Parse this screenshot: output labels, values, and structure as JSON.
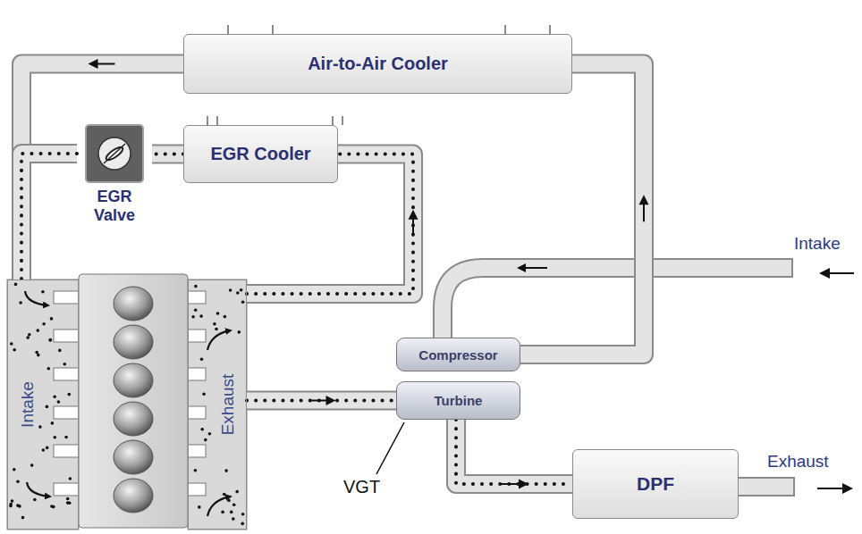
{
  "diagram": {
    "nodes": [
      {
        "text": [
          "Air-to-Air Cooler"
        ]
      },
      {
        "text": [
          "EGR Cooler"
        ]
      },
      {
        "text": [
          "EGR Valve"
        ]
      },
      {
        "text": [
          "Intake"
        ]
      },
      {
        "text": [
          "Exhaust"
        ]
      },
      {
        "text": [
          "Compressor"
        ]
      },
      {
        "text": [
          "Turbine"
        ]
      },
      {
        "text": [
          "DPF"
        ]
      }
    ],
    "edges": [
      {
        "from": 5,
        "to": 0,
        "arrow": "to"
      },
      {
        "from": 0,
        "to": 3,
        "arrow": "to"
      },
      {
        "from": 4,
        "to": 1,
        "arrow": "to"
      },
      {
        "from": 1,
        "to": 2,
        "arrow": "none"
      },
      {
        "from": 2,
        "to": 3,
        "arrow": "none"
      },
      {
        "from": 4,
        "to": 6,
        "arrow": "to"
      },
      {
        "from": 6,
        "to": 7,
        "arrow": "to"
      }
    ],
    "labels": [
      "Intake",
      "Exhaust",
      "VGT"
    ]
  }
}
